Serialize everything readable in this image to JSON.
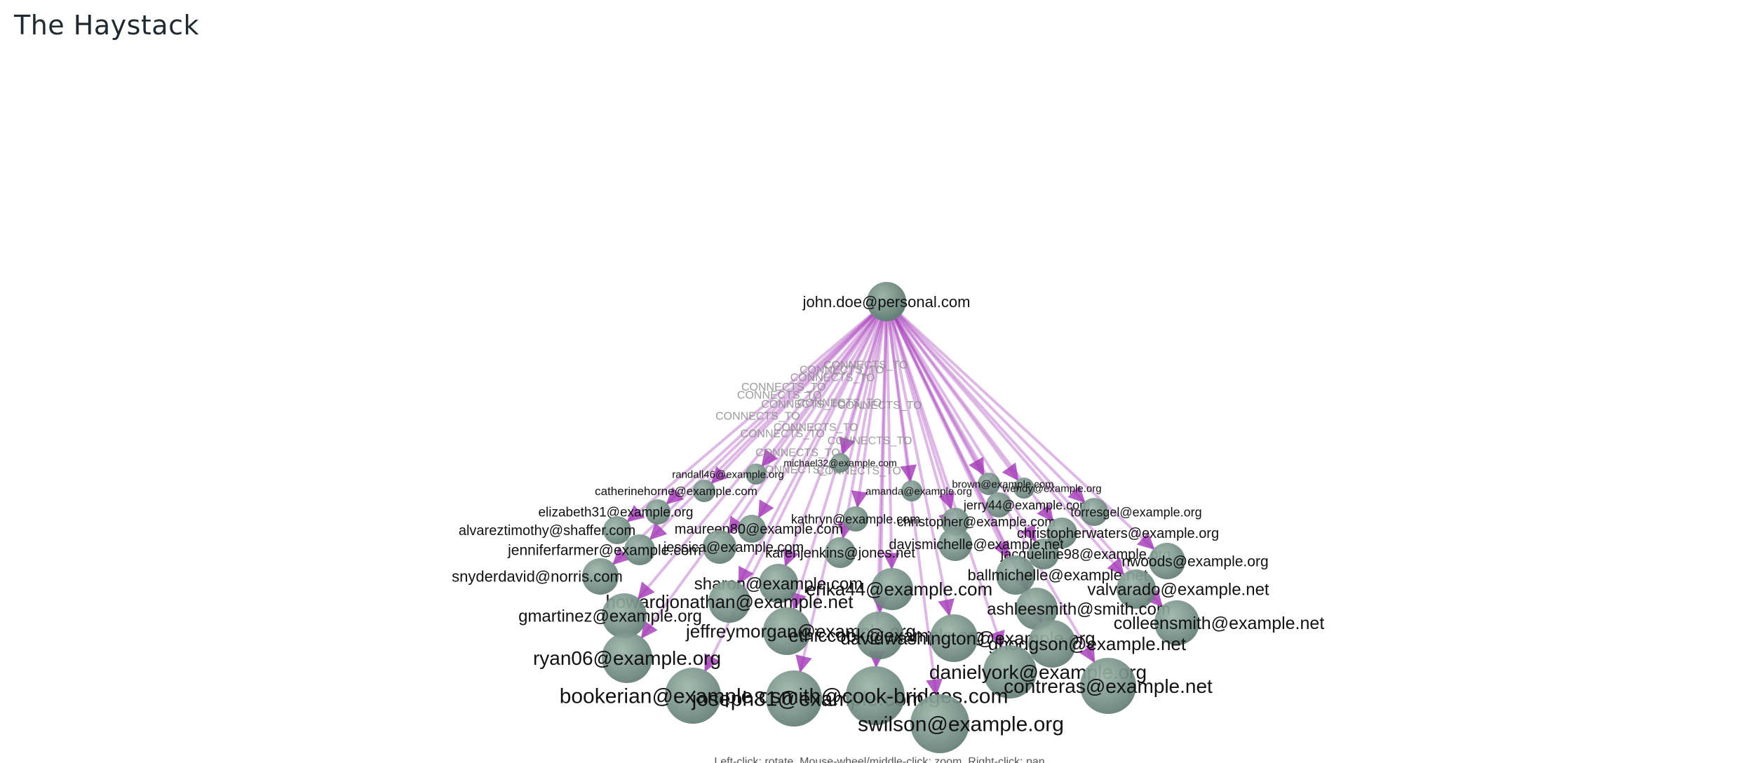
{
  "app": {
    "title": "The Haystack"
  },
  "graph": {
    "root": "john.doe@personal.com",
    "edge_label": "CONNECTS_TO",
    "colors": {
      "node": "#7e9a8f",
      "node_dark": "#5f7a70",
      "edge": "#a236b8",
      "edge_label": "#8a8a8a",
      "label": "#111111"
    },
    "nodes": [
      {
        "label": "michael32@example.com"
      },
      {
        "label": "randall46@example.org"
      },
      {
        "label": "catherinehorne@example.com"
      },
      {
        "label": "elizabeth31@example.org"
      },
      {
        "label": "alvareztimothy@shaffer.com"
      },
      {
        "label": "jenniferfarmer@example.com"
      },
      {
        "label": "snyderdavid@norris.com"
      },
      {
        "label": "gmartinez@example.org"
      },
      {
        "label": "ryan06@example.org"
      },
      {
        "label": "bookerian@example.com"
      },
      {
        "label": "joseph81@example.com"
      },
      {
        "label": "jeffreymorgan@example.org"
      },
      {
        "label": "howardjonathan@example.net"
      },
      {
        "label": "karenjenkins@jones.net"
      },
      {
        "label": "jessica@example.com"
      },
      {
        "label": "maureen80@example.com"
      },
      {
        "label": "kathryn@example.com"
      },
      {
        "label": "sharon@example.com"
      },
      {
        "label": "ethiccook@example.org"
      },
      {
        "label": "smith@cook-bridges.com"
      },
      {
        "label": "erika44@example.com"
      },
      {
        "label": "davidwashington@example.org"
      },
      {
        "label": "swilson@example.org"
      },
      {
        "label": "danielyork@example.org"
      },
      {
        "label": "davismichelle@example.net"
      },
      {
        "label": "ballmichelle@example.net"
      },
      {
        "label": "ashleesmith@smith.com"
      },
      {
        "label": "christopher@example.com"
      },
      {
        "label": "jerry44@example.com"
      },
      {
        "label": "brown@example.com"
      },
      {
        "label": "jacqueline98@example.org"
      },
      {
        "label": "christopherwaters@example.org"
      },
      {
        "label": "torresgel@example.org"
      },
      {
        "label": "nwoods@example.org"
      },
      {
        "label": "valvarado@example.net"
      },
      {
        "label": "colleensmith@example.net"
      },
      {
        "label": "ghodgson@example.net"
      },
      {
        "label": "contreras@example.net"
      },
      {
        "label": "amanda@example.org"
      },
      {
        "label": "wendy@example.org"
      }
    ]
  },
  "footer": {
    "hint": "Left-click: rotate, Mouse-wheel/middle-click: zoom, Right-click: pan"
  }
}
